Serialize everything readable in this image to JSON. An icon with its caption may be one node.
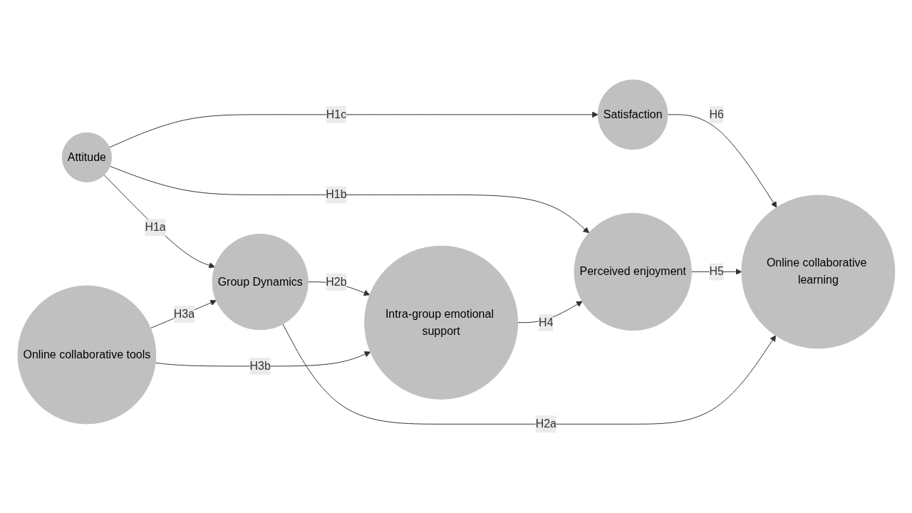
{
  "diagram": {
    "nodes": [
      {
        "text": [
          "Attitude"
        ]
      },
      {
        "text": [
          "Satisfaction"
        ]
      },
      {
        "text": [
          "Perceived enjoyment"
        ]
      },
      {
        "text": [
          "Group Dynamics"
        ]
      },
      {
        "text": [
          "Online collaborative learning"
        ]
      },
      {
        "text": [
          "Online collaborative tools"
        ]
      },
      {
        "text": [
          "Intra-group emotional support"
        ]
      }
    ],
    "edges": [
      {
        "from": 0,
        "to": 1,
        "arrow": "to",
        "label": "H1c"
      },
      {
        "from": 0,
        "to": 2,
        "arrow": "to",
        "label": "H1b"
      },
      {
        "from": 0,
        "to": 3,
        "arrow": "to",
        "label": "H1a"
      },
      {
        "from": 1,
        "to": 4,
        "arrow": "to",
        "label": "H6"
      },
      {
        "from": 2,
        "to": 4,
        "arrow": "to",
        "label": "H5"
      },
      {
        "from": 3,
        "to": 4,
        "arrow": "to",
        "label": "H2a"
      },
      {
        "from": 3,
        "to": 6,
        "arrow": "to",
        "label": "H2b"
      },
      {
        "from": 5,
        "to": 3,
        "arrow": "to",
        "label": "H3a"
      },
      {
        "from": 5,
        "to": 6,
        "arrow": "to",
        "label": "H3b"
      },
      {
        "from": 6,
        "to": 2,
        "arrow": "to",
        "label": "H4"
      }
    ]
  }
}
